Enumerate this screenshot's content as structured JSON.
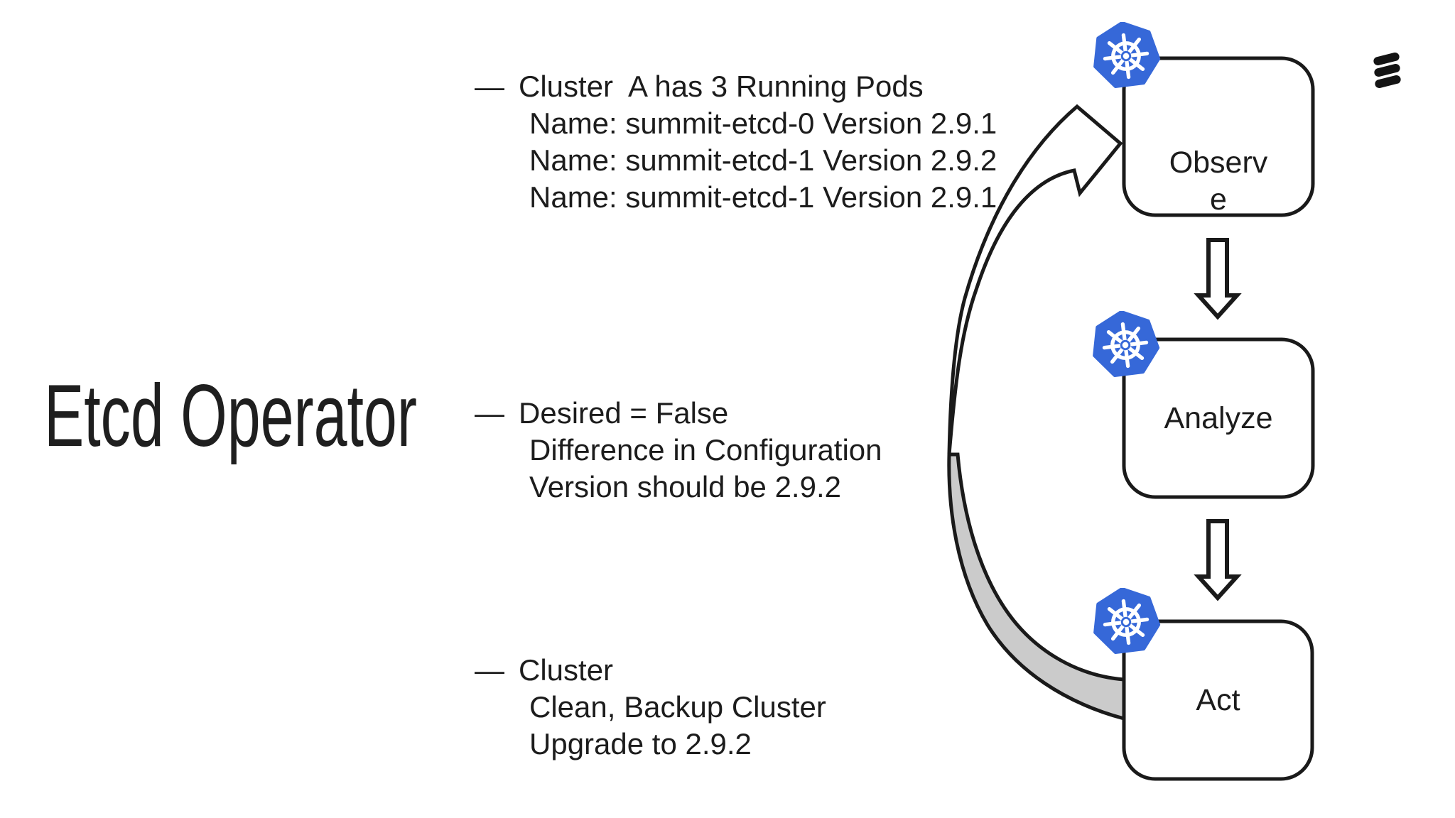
{
  "title": "Etcd Operator",
  "annotations": [
    {
      "bullet": "—",
      "lines": [
        "Cluster  A has 3 Running Pods",
        "Name: summit-etcd-0 Version 2.9.1",
        "Name: summit-etcd-1 Version 2.9.2",
        "Name: summit-etcd-1 Version 2.9.1"
      ]
    },
    {
      "bullet": "—",
      "lines": [
        "Desired = False",
        "Difference in Configuration",
        "Version should be 2.9.2"
      ]
    },
    {
      "bullet": "—",
      "lines": [
        "Cluster",
        "Clean, Backup Cluster",
        "Upgrade to 2.9.2"
      ]
    }
  ],
  "loop": {
    "nodes": [
      {
        "label": "Observe",
        "lines": [
          "Observ",
          "e"
        ]
      },
      {
        "label": "Analyze",
        "lines": [
          "Analyze"
        ]
      },
      {
        "label": "Act",
        "lines": [
          "Act"
        ]
      }
    ]
  },
  "icons": {
    "node_badge": "kubernetes-icon",
    "brand_logo": "ericsson-logo"
  },
  "colors": {
    "kubernetes_blue": "#3668D8",
    "stroke": "#1A1A1A",
    "arrow_gray": "#CBCBCB",
    "background": "#FFFFFF"
  }
}
